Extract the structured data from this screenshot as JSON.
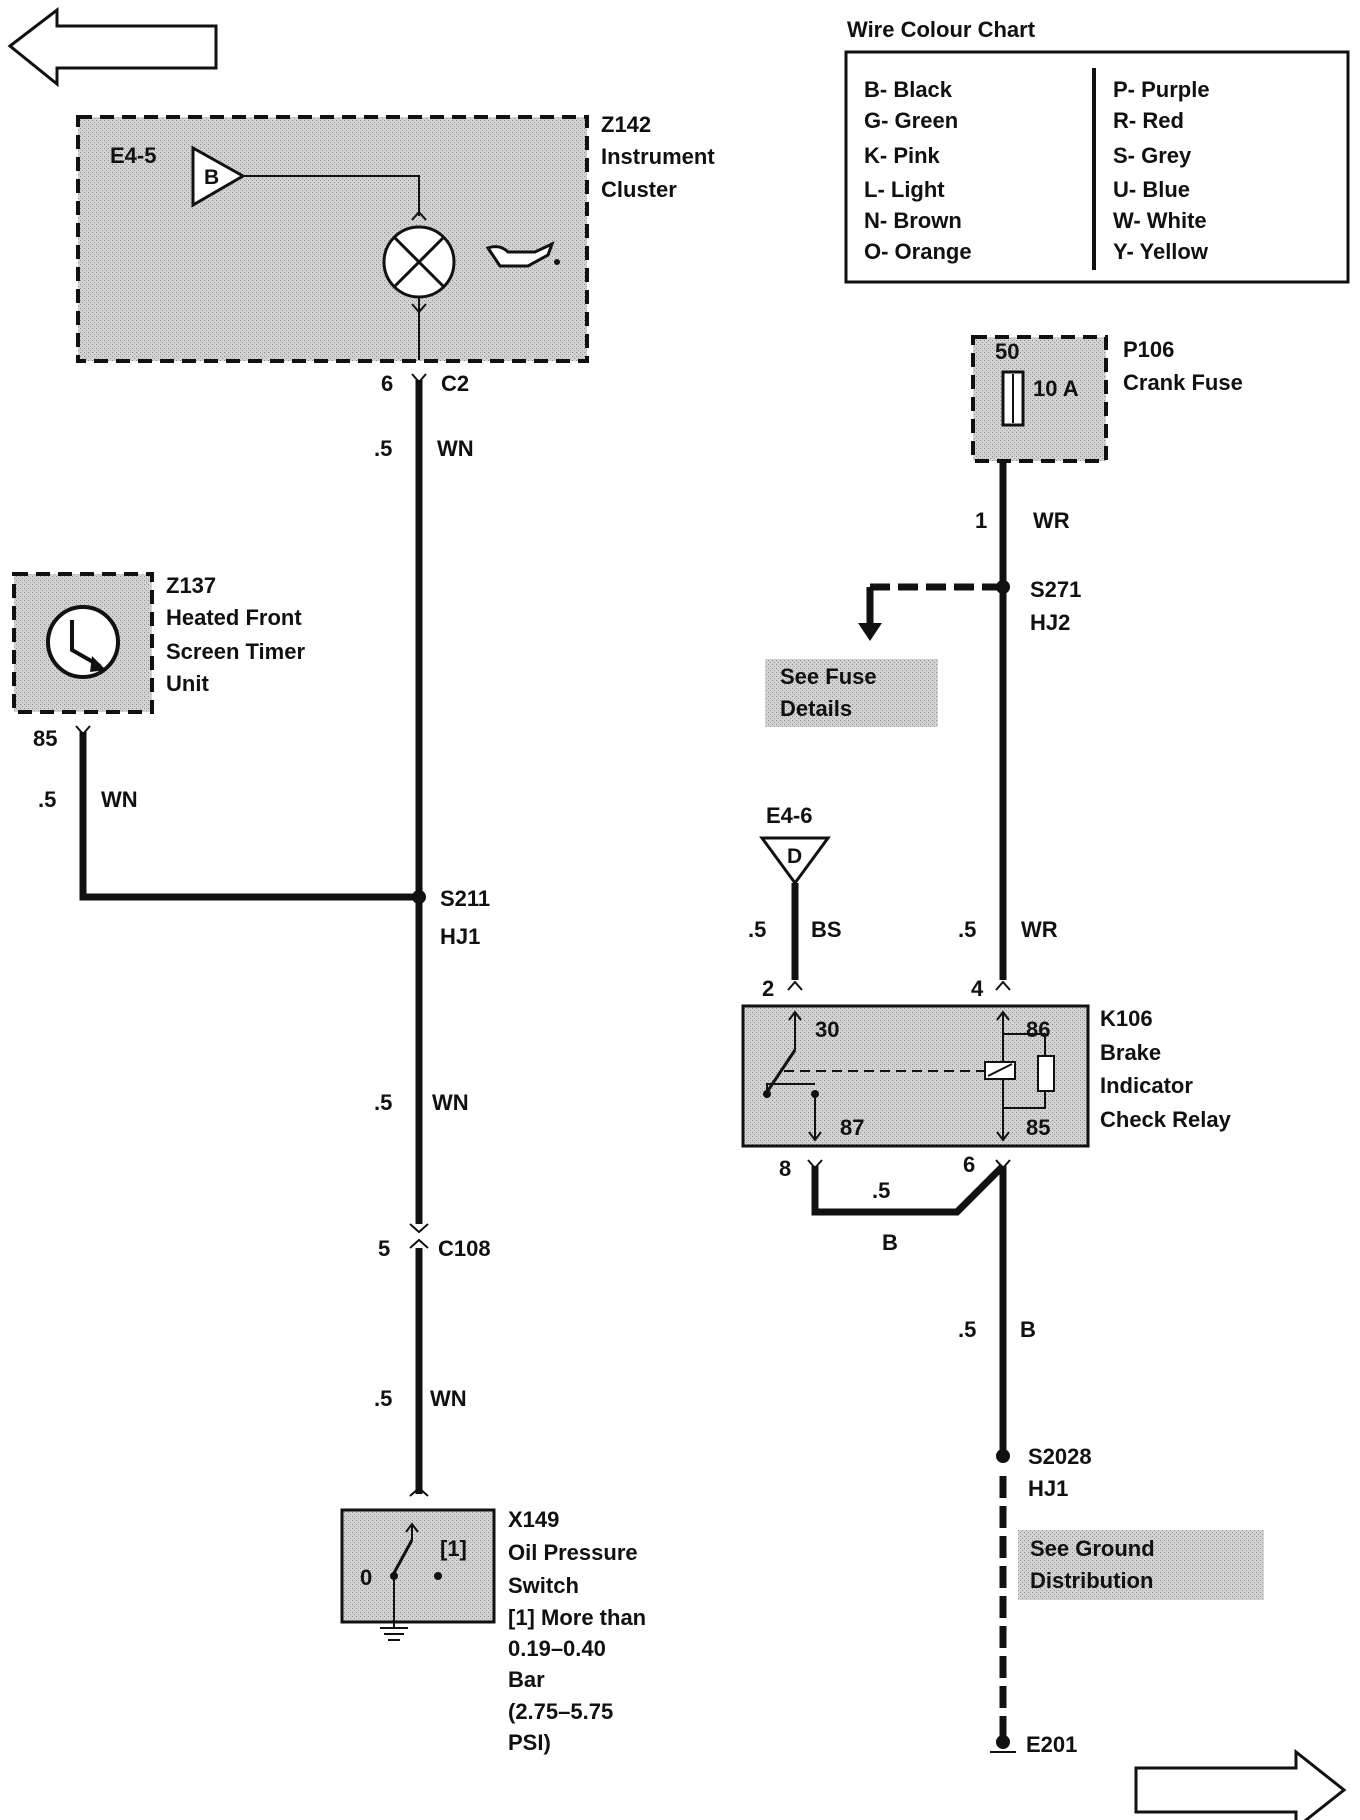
{
  "navigation": {
    "prev_page": "previous-page-arrow",
    "next_page": "next-page-arrow"
  },
  "legend": {
    "title": "Wire Colour Chart",
    "left": [
      "B- Black",
      "G- Green",
      "K- Pink",
      "L- Light",
      "N- Brown",
      "O- Orange"
    ],
    "right": [
      "P- Purple",
      "R- Red",
      "S- Grey",
      "U- Blue",
      "W- White",
      "Y- Yellow"
    ]
  },
  "components": {
    "z142": {
      "id": "Z142",
      "line1": "Instrument",
      "line2": "Cluster",
      "ref": "E4-5",
      "ref_letter": "B"
    },
    "z137": {
      "id": "Z137",
      "line1": "Heated Front",
      "line2": "Screen Timer",
      "line3": "Unit",
      "pin": "85"
    },
    "x149": {
      "id": "X149",
      "line1": "Oil Pressure",
      "line2": "Switch",
      "line3": "[1]  More than",
      "line4": "0.19–0.40",
      "line5": "Bar",
      "line6": "(2.75–5.75",
      "line7": "PSI)",
      "contact_0": "0",
      "contact_1": "[1]"
    },
    "p106": {
      "id": "P106",
      "line1": "Crank Fuse",
      "number": "50",
      "rating": "10 A"
    },
    "k106": {
      "id": "K106",
      "line1": "Brake",
      "line2": "Indicator",
      "line3": "Check Relay",
      "t30": "30",
      "t86": "86",
      "t87": "87",
      "t85": "85"
    },
    "e46": {
      "ref": "E4-6",
      "letter": "D"
    }
  },
  "connectors": {
    "c2": {
      "pin": "6",
      "name": "C2"
    },
    "c108": {
      "pin": "5",
      "name": "C108"
    },
    "k106_pin2": "2",
    "k106_pin4": "4",
    "k106_pin8": "8",
    "k106_pin6": "6",
    "p106_pin1": "1"
  },
  "splices": {
    "s211": {
      "name": "S211",
      "harness": "HJ1"
    },
    "s271": {
      "name": "S271",
      "harness": "HJ2"
    },
    "s2028": {
      "name": "S2028",
      "harness": "HJ1"
    },
    "e201": {
      "name": "E201"
    }
  },
  "wires": {
    "w1": {
      "size": ".5",
      "color": "WN"
    },
    "w2": {
      "size": ".5",
      "color": "WN"
    },
    "w3": {
      "size": ".5",
      "color": "WN"
    },
    "w4": {
      "size": ".5",
      "color": "WN"
    },
    "w5": {
      "color": "WR"
    },
    "w6": {
      "size": ".5",
      "color": "BS"
    },
    "w7": {
      "size": ".5",
      "color": "WR"
    },
    "w8": {
      "size": ".5",
      "color": "B"
    },
    "w9": {
      "size": ".5",
      "color": "B"
    }
  },
  "references": {
    "fuse_details": {
      "line1": "See Fuse",
      "line2": "Details"
    },
    "ground_distribution": {
      "line1": "See Ground",
      "line2": "Distribution"
    }
  }
}
